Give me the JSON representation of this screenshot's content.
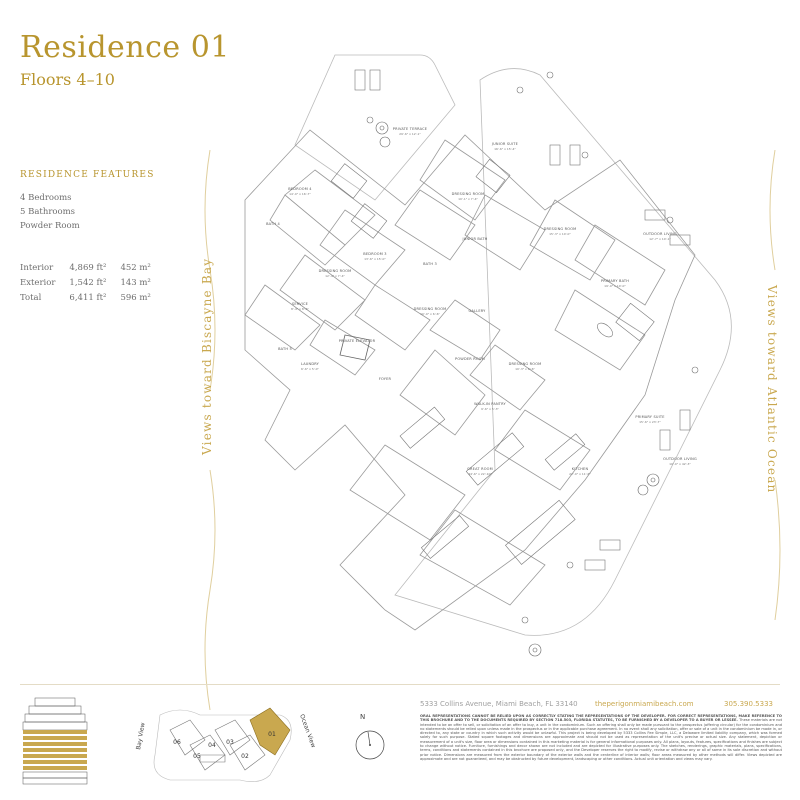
{
  "header": {
    "title": "Residence 01",
    "subtitle": "Floors 4–10"
  },
  "features": {
    "heading": "RESIDENCE FEATURES",
    "items": [
      "4 Bedrooms",
      "5 Bathrooms",
      "Powder Room"
    ]
  },
  "areas": [
    {
      "label": "Interior",
      "sqft": "4,869 ft²",
      "sqm": "452 m²"
    },
    {
      "label": "Exterior",
      "sqft": "1,542 ft²",
      "sqm": "143 m²"
    },
    {
      "label": "Total",
      "sqft": "6,411 ft²",
      "sqm": "596 m²"
    }
  ],
  "views": {
    "left": "Views toward Biscayne Bay",
    "right": "Views toward Atlantic Ocean"
  },
  "rooms": {
    "private_terrace": "PRIVATE TERRACE",
    "private_terrace_dim": "29'-6\" x 12'-1\"",
    "junior_suite": "JUNIOR SUITE",
    "junior_suite_dim": "16'-6\" x 15'-4\"",
    "bedroom4": "BEDROOM 4",
    "bedroom4_dim": "14'-0\" x 16'-7\"",
    "dressing_room_a": "DRESSING ROOM",
    "dressing_room_a_dim": "10'-1\" x 7'-4\"",
    "bedroom3": "BEDROOM 3",
    "bedroom3_dim": "13'-6\" x 15'-0\"",
    "bath4": "BATH 4",
    "bath3": "BATH 3",
    "junior_bath": "JUNIOR BATH",
    "dressing_room_b": "DRESSING ROOM",
    "dressing_room_b_dim": "12'-4\" x 7'-4\"",
    "dressing_room_c": "DRESSING ROOM",
    "dressing_room_c_dim": "10'-0\" x 6'-6\"",
    "dressing_room_d": "DRESSING ROOM",
    "dressing_room_d_dim": "15'-3\" x 10'-0\"",
    "outdoor_living_a": "OUTDOOR LIVING",
    "outdoor_living_a_dim": "12'-7\" x 10'-1\"",
    "primary_bath": "PRIMARY BATH",
    "primary_bath_dim": "19'-0\" x 10'-0\"",
    "service": "SERVICE",
    "service_dim": "8'-4\" x 8'-6\"",
    "gallery": "GALLERY",
    "private_elevator": "PRIVATE ELEVATOR",
    "bath5": "BATH 5",
    "laundry": "LAUNDRY",
    "laundry_dim": "6'-6\" x 5'-0\"",
    "foyer": "FOYER",
    "powder_room": "POWDER ROOM",
    "dressing_room_e": "DRESSING ROOM",
    "dressing_room_e_dim": "10'-3\" x 8'-6\"",
    "walkin_pantry": "WALK-IN PANTRY",
    "walkin_pantry_dim": "9'-6\" x 5'-3\"",
    "primary_suite": "PRIMARY SUITE",
    "primary_suite_dim": "15'-6\" x 23'-7\"",
    "outdoor_living_b": "OUTDOOR LIVING",
    "outdoor_living_b_dim": "10'-0\" x 42'-3\"",
    "kitchen": "KITCHEN",
    "kitchen_dim": "22'-0\" x 11'-6\"",
    "great_room": "GREAT ROOM",
    "great_room_dim": "44'-6\" x 22'-10\""
  },
  "keyplan": {
    "units": [
      "06",
      "05",
      "04",
      "03",
      "02",
      "01"
    ],
    "highlighted": "01",
    "bay_view": "Bay View",
    "ocean_view": "Ocean View"
  },
  "compass": {
    "label": "N"
  },
  "footer": {
    "address": "5333 Collins Avenue, Miami Beach, FL 33140",
    "website": "theperigonmiamibeach.com",
    "phone": "305.390.5333",
    "disclaimer_lead": "ORAL REPRESENTATIONS CANNOT BE RELIED UPON AS CORRECTLY STATING THE REPRESENTATIONS OF THE DEVELOPER. FOR CORRECT REPRESENTATIONS, MAKE REFERENCE TO THIS BROCHURE AND TO THE DOCUMENTS REQUIRED BY SECTION 718.503, FLORIDA STATUTES, TO BE FURNISHED BY A DEVELOPER TO A BUYER OR LESSEE.",
    "disclaimer_body": "These materials are not intended to be an offer to sell, or solicitation of an offer to buy, a unit in the condominium. Such an offering shall only be made pursuant to the prospectus (offering circular) for the condominium and no statements should be relied upon unless made in the prospectus or in the applicable purchase agreement. In no event shall any solicitation, offer or sale of a unit in the condominium be made in, or directed to, any state or country in which such activity would be unlawful. This project is being developed by 5333 Collins Fee Simple, LLC, a Delaware limited liability company, which was formed solely for such purpose. Stated square footages and dimensions are approximate and should not be used as representation of the unit's precise or actual size. Any statement, depiction or measurement of a unit's size, floor area or dimensions contained in this marketing material is for general informational purposes only. All plans, layouts, features, specifications and finishes are subject to change without notice. Furniture, furnishings and decor shown are not included and are depicted for illustrative purposes only. The sketches, renderings, graphic materials, plans, specifications, terms, conditions and statements contained in this brochure are proposed only, and the Developer reserves the right to modify, revise or withdraw any or all of same in its sole discretion and without prior notice. Dimensions are measured from the exterior boundary of the exterior walls and the centerline of interior walls; floor areas measured by other methods will differ. Views depicted are approximate and are not guaranteed, and may be obstructed by future development, landscaping or other conditions. Actual unit orientation and views may vary."
  }
}
